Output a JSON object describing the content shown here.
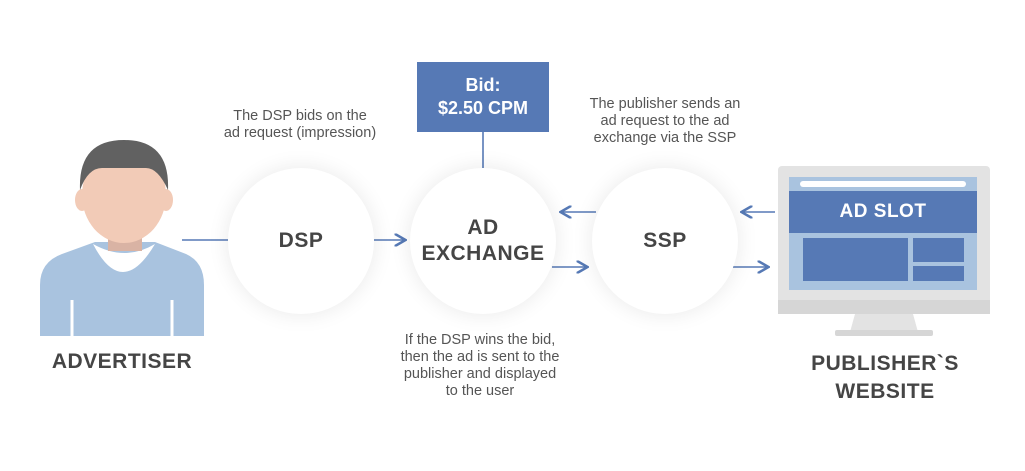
{
  "advertiser": {
    "label": "ADVERTISER"
  },
  "nodes": {
    "dsp": "DSP",
    "ad_exchange": "AD\nEXCHANGE",
    "ssp": "SSP"
  },
  "bid": {
    "line1": "Bid:",
    "line2": "$2.50 CPM"
  },
  "captions": {
    "dsp_bids": "The DSP bids on the\nad request (impression)",
    "publisher_sends": "The publisher sends an\nad request to the ad\nexchange via the SSP",
    "dsp_wins": "If the DSP wins the bid,\nthen the ad is sent to the\npublisher and displayed\nto the user"
  },
  "publisher": {
    "label": "PUBLISHER`S\nWEBSITE",
    "ad_slot": "AD SLOT"
  },
  "colors": {
    "accent": "#5679b5",
    "light_blue": "#a9c3df",
    "monitor_gray": "#e5e5e5",
    "arrow": "#5679b5"
  }
}
